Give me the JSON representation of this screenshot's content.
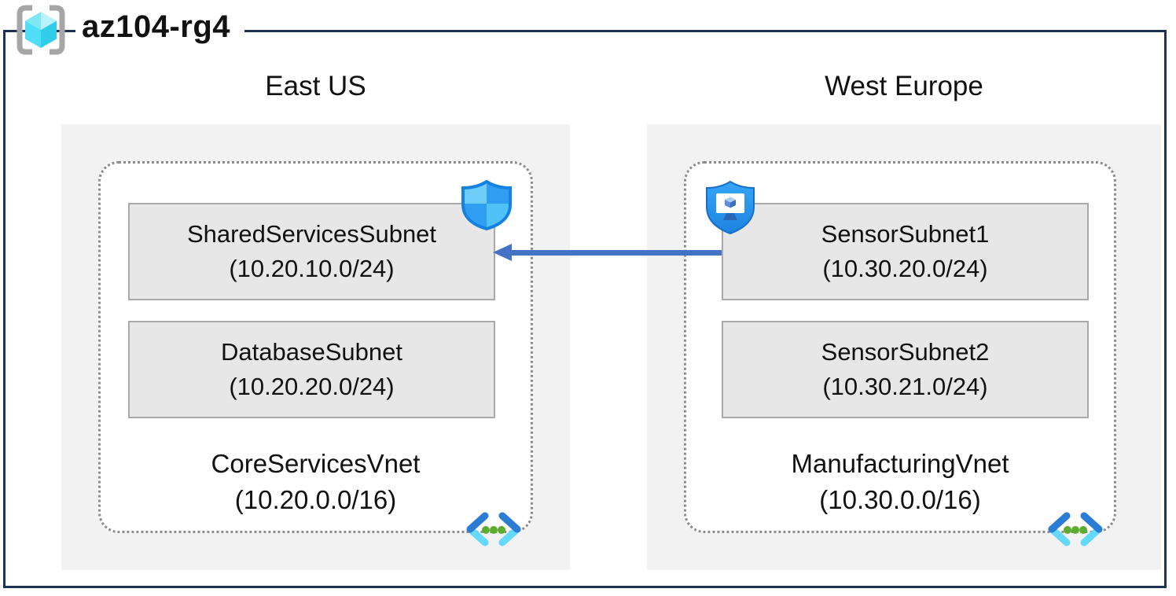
{
  "title": "az104-rg4",
  "regions": [
    {
      "name": "East US",
      "vnet": {
        "name": "CoreServicesVnet",
        "cidr": "(10.20.0.0/16)",
        "subnets": [
          {
            "name": "SharedServicesSubnet",
            "cidr": "(10.20.10.0/24)"
          },
          {
            "name": "DatabaseSubnet",
            "cidr": "(10.20.20.0/24)"
          }
        ]
      }
    },
    {
      "name": "West Europe",
      "vnet": {
        "name": "ManufacturingVnet",
        "cidr": "(10.30.0.0/16)",
        "subnets": [
          {
            "name": "SensorSubnet1",
            "cidr": "(10.30.20.0/24)"
          },
          {
            "name": "SensorSubnet2",
            "cidr": "(10.30.21.0/24)"
          }
        ]
      }
    }
  ],
  "connection": {
    "from": "SensorSubnet1",
    "to": "SharedServicesSubnet",
    "direction": "left",
    "color": "#4472c4"
  },
  "icons": {
    "resource_group": "resource-group-brackets-cube-icon",
    "defender_shield": "defender-shield-icon",
    "device_shield": "shield-monitor-icon",
    "virtual_network": "virtual-network-icon"
  },
  "colors": {
    "outer_border": "#1d3356",
    "region_fill": "#f2f2f2",
    "subnet_fill": "#e7e7e7",
    "subnet_border": "#a9a9a9",
    "dotted_border": "#8c8c8c",
    "arrow": "#4472c4",
    "shield_blue": "#2f9ef3",
    "cube_cyan": "#4fdef6",
    "vnet_dot_green": "#5cad2d"
  }
}
